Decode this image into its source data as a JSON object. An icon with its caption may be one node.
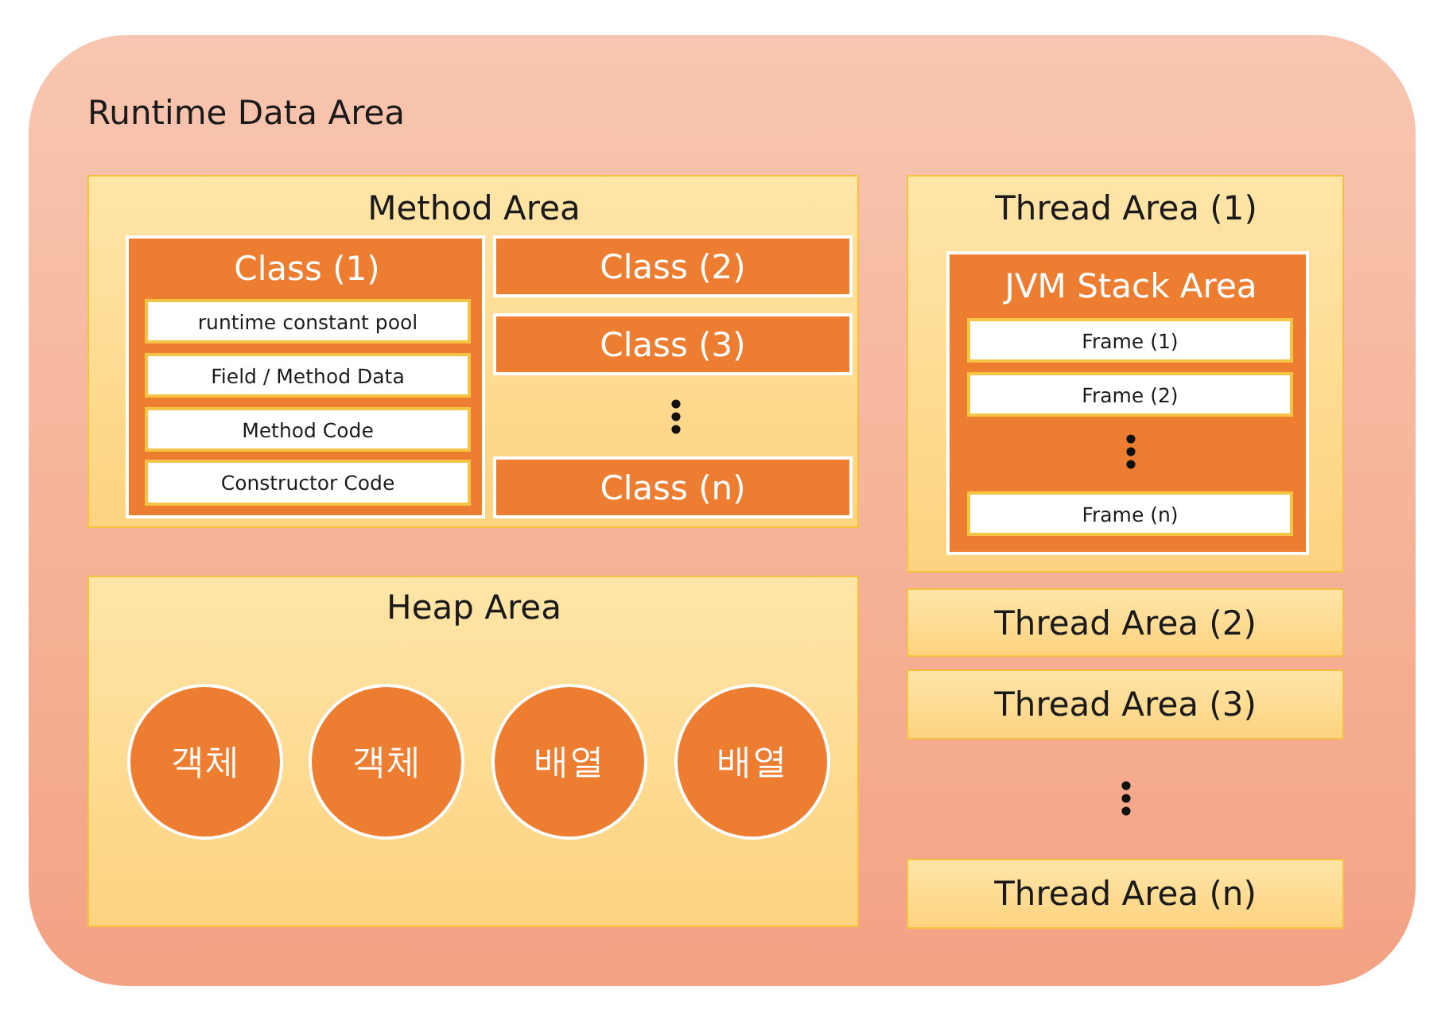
{
  "diagram": {
    "nodes": [
      {
        "text": [
          "Runtime Data Area"
        ]
      },
      {
        "text": [
          "Method Area"
        ],
        "in": 0
      },
      {
        "text": [
          "Class (1)"
        ],
        "in": 1
      },
      {
        "text": [
          "runtime constant pool"
        ],
        "in": 2
      },
      {
        "text": [
          "Field / Method Data"
        ],
        "in": 2
      },
      {
        "text": [
          "Method Code"
        ],
        "in": 2
      },
      {
        "text": [
          "Constructor Code"
        ],
        "in": 2
      },
      {
        "text": [
          "Class (2)"
        ],
        "in": 1
      },
      {
        "text": [
          "Class (3)"
        ],
        "in": 1
      },
      {
        "text": [
          "Class (n)"
        ],
        "in": 1
      },
      {
        "text": [
          "Heap Area"
        ],
        "in": 0
      },
      {
        "text": [
          "객체"
        ],
        "in": 10
      },
      {
        "text": [
          "객체"
        ],
        "in": 10
      },
      {
        "text": [
          "배열"
        ],
        "in": 10
      },
      {
        "text": [
          "배열"
        ],
        "in": 10
      },
      {
        "text": [
          "Thread Area (1)"
        ],
        "in": 0
      },
      {
        "text": [
          "JVM Stack Area"
        ],
        "in": 15
      },
      {
        "text": [
          "Frame (1)"
        ],
        "in": 16
      },
      {
        "text": [
          "Frame (2)"
        ],
        "in": 16
      },
      {
        "text": [
          "Frame (n)"
        ],
        "in": 16
      },
      {
        "text": [
          "Thread Area (2)"
        ],
        "in": 0
      },
      {
        "text": [
          "Thread Area (3)"
        ],
        "in": 0
      },
      {
        "text": [
          "Thread Area (n)"
        ],
        "in": 0
      }
    ],
    "edges": []
  }
}
